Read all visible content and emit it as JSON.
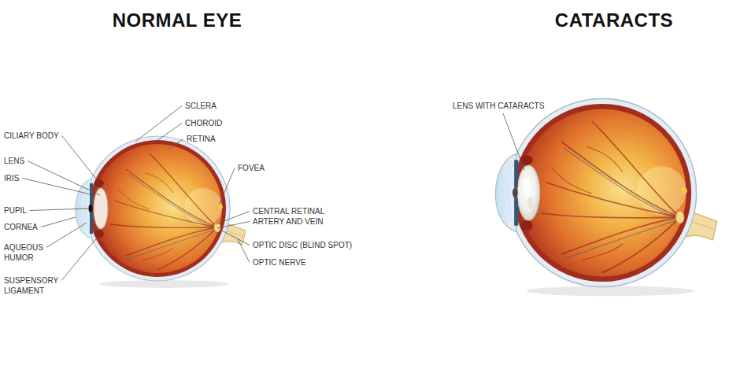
{
  "diagram": {
    "labels": [
      "NORMAL EYE",
      "CATARACTS",
      "SCLERA",
      "CHOROID",
      "RETINA",
      "CILIARY BODY",
      "LENS",
      "IRIS",
      "FOVEA",
      "PUPIL",
      "CORNEA",
      "AQUEOUS HUMOR",
      "SUSPENSORY LIGAMENT",
      "CENTRAL RETINAL ARTERY AND VEIN",
      "OPTIC DISC (BLIND SPOT)",
      "OPTIC NERVE",
      "LENS WITH CATARACTS"
    ]
  }
}
